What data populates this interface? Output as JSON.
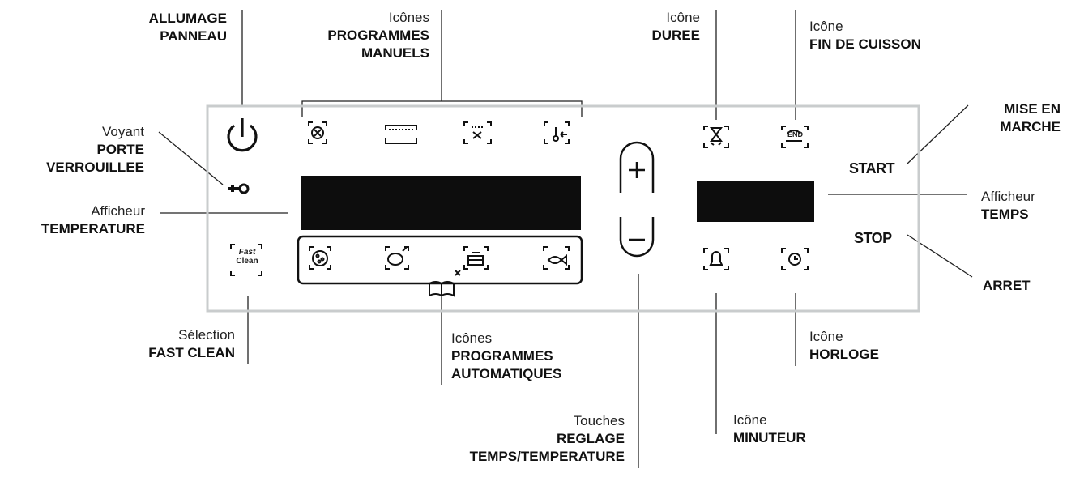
{
  "callouts": {
    "allumage": {
      "line2": "ALLUMAGE",
      "line3": "PANNEAU"
    },
    "programmes_manuels": {
      "line1": "Icônes",
      "line2": "PROGRAMMES",
      "line3": "MANUELS"
    },
    "duree": {
      "line1": "Icône",
      "line2": "DUREE"
    },
    "fin_cuisson": {
      "line1": "Icône",
      "line2": "FIN DE CUISSON"
    },
    "mise_en_marche": {
      "line2": "MISE EN",
      "line3": "MARCHE"
    },
    "porte": {
      "line1": "Voyant",
      "line2": "PORTE",
      "line3": "VERROUILLEE"
    },
    "afficheur_temp": {
      "line1": "Afficheur",
      "line2": "TEMPERATURE"
    },
    "afficheur_temps": {
      "line1": "Afficheur",
      "line2": "TEMPS"
    },
    "arret": {
      "line2": "ARRET"
    },
    "fast_clean": {
      "line1": "Sélection",
      "line2": "FAST CLEAN"
    },
    "programmes_auto": {
      "line1": "Icônes",
      "line2": "PROGRAMMES",
      "line3": "AUTOMATIQUES"
    },
    "horloge": {
      "line1": "Icône",
      "line2": "HORLOGE"
    },
    "minuteur": {
      "line1": "Icône",
      "line2": "MINUTEUR"
    },
    "reglage": {
      "line1": "Touches",
      "line2": "REGLAGE",
      "line3": "TEMPS/TEMPERATURE"
    }
  },
  "panel": {
    "start_label": "START",
    "stop_label": "STOP",
    "fast_label": "Fast",
    "clean_label": "Clean",
    "end_label": "END",
    "panel_border_color": "#c9cccd",
    "display_color": "#0d0d0d"
  },
  "icons": {
    "power": "power-icon",
    "key": "door-lock-key-icon",
    "manual_programs": [
      "fan-icon",
      "top-heat-icon",
      "fan-top-heat-icon",
      "thermometer-preheat-icon"
    ],
    "auto_programs": [
      "pizza-icon",
      "bread-icon",
      "cake-icon",
      "fish-icon"
    ],
    "recipe_book": "recipe-book-icon",
    "duration": "hourglass-icon",
    "end_cooking": "end-cooking-icon",
    "timer": "bell-icon",
    "clock": "watch-icon",
    "plus": "plus-icon",
    "minus": "minus-icon"
  }
}
